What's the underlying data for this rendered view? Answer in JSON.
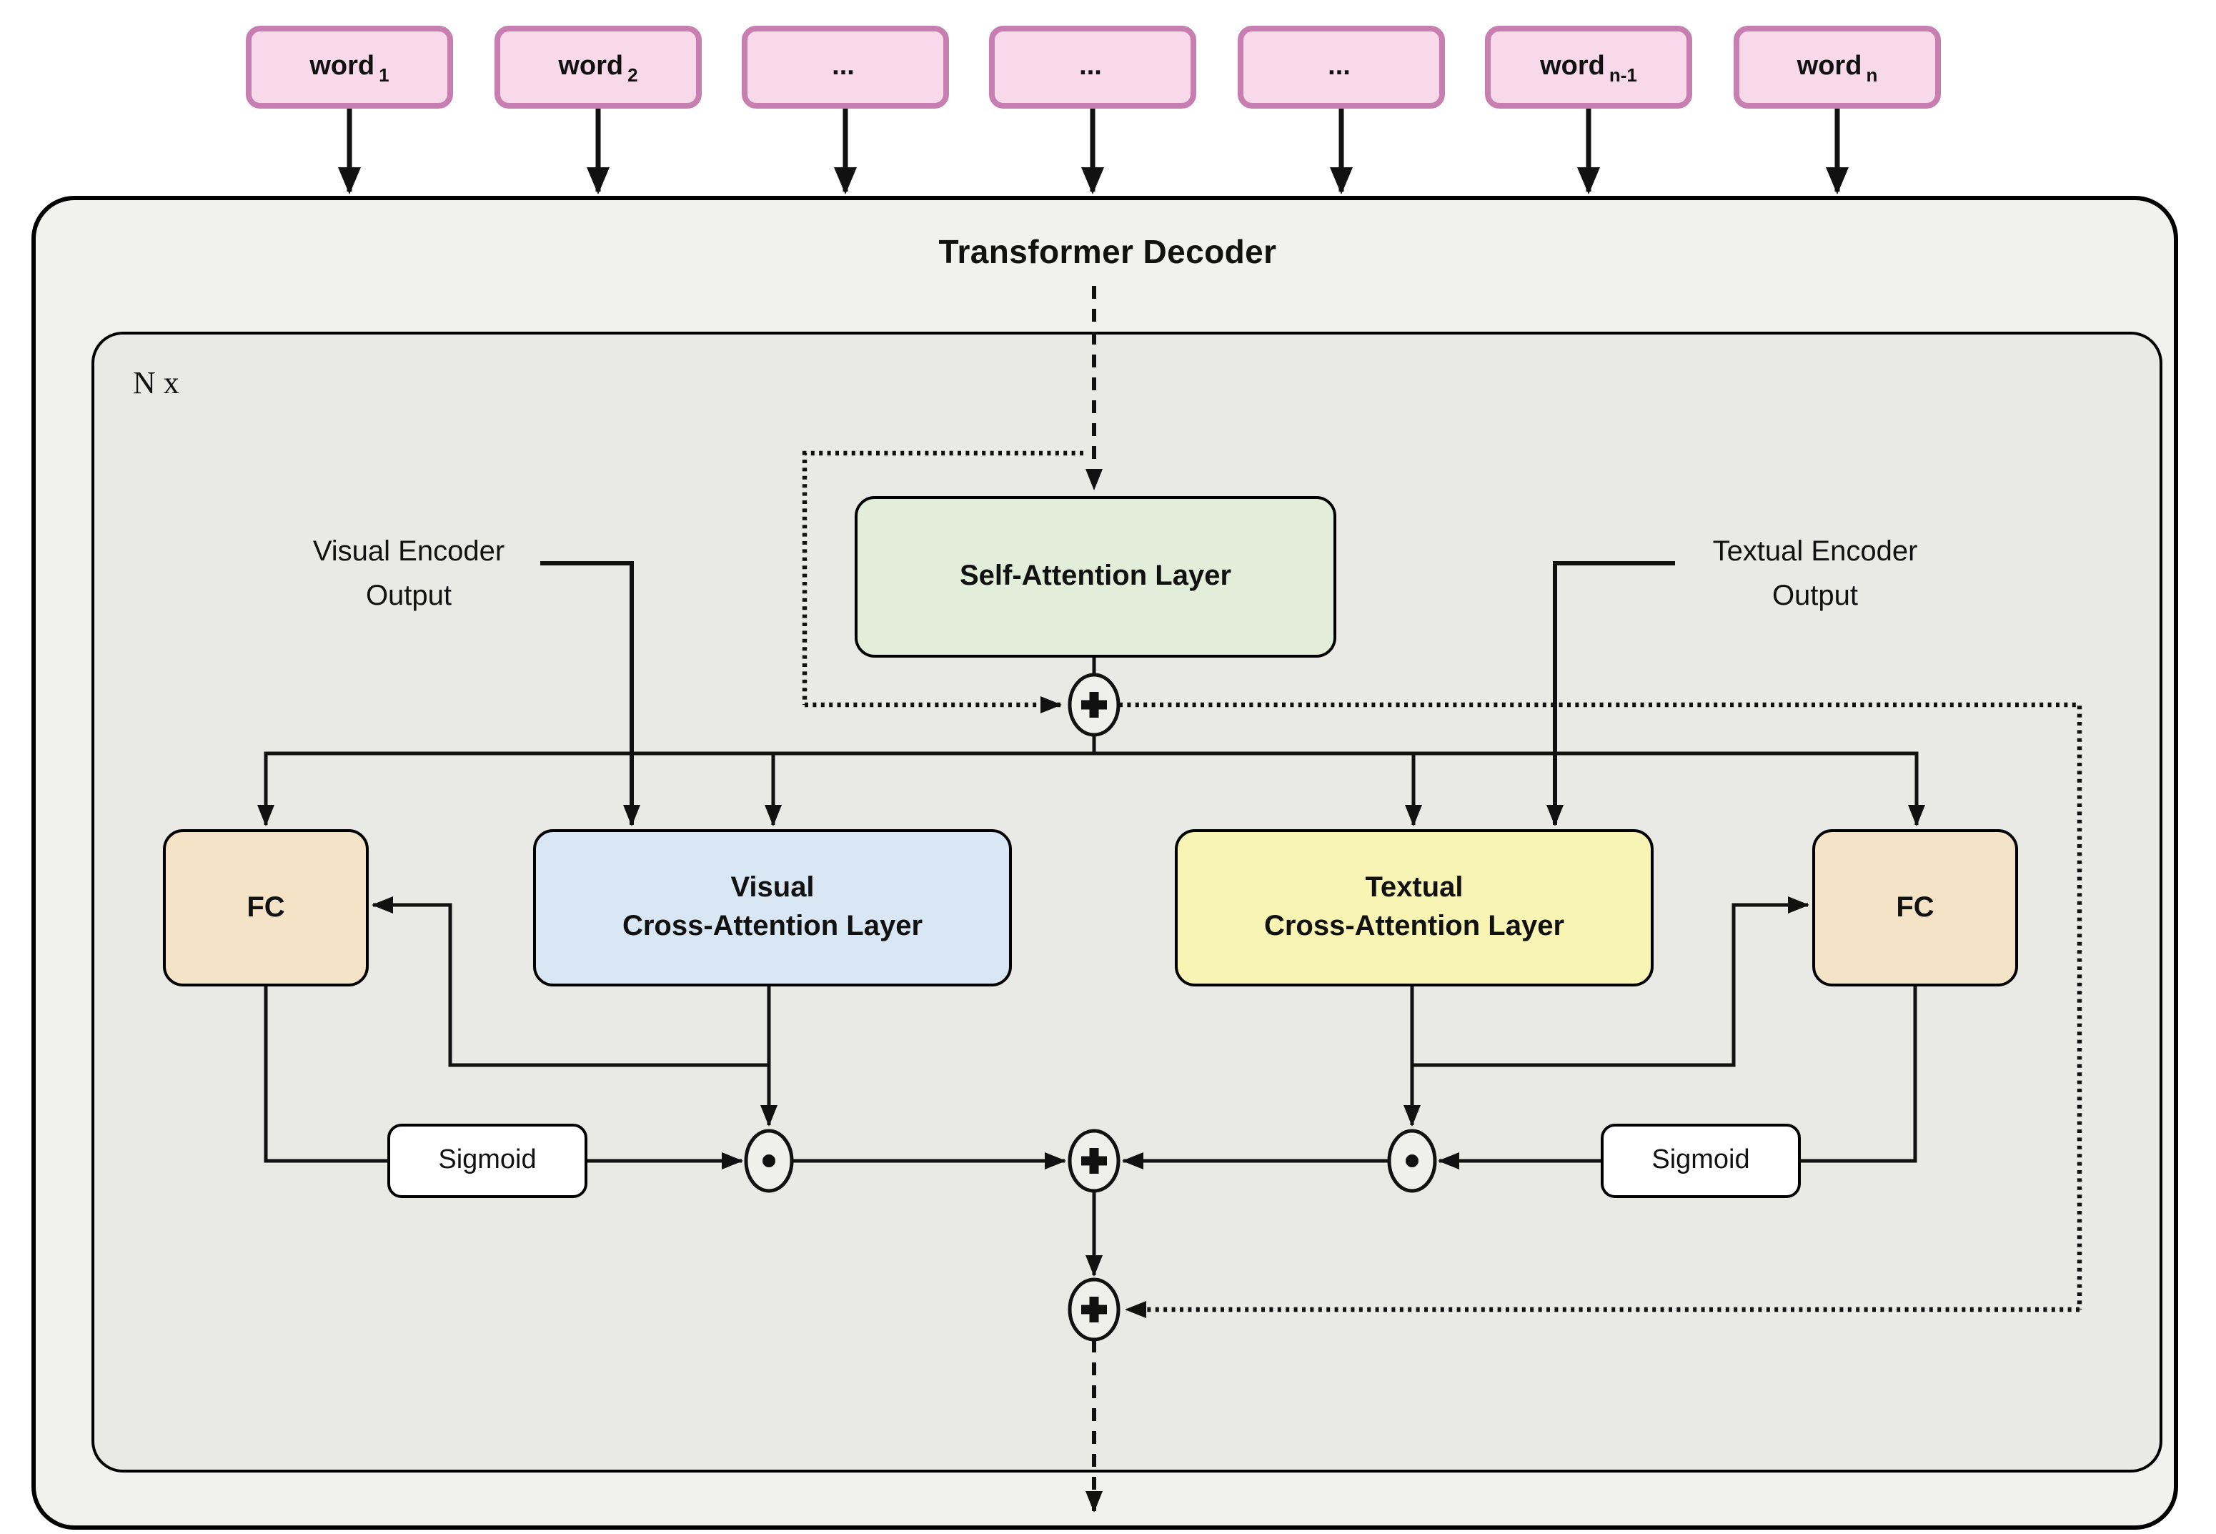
{
  "figure": {
    "title": "Transformer Decoder",
    "loop_label": "N x"
  },
  "inputs": [
    {
      "label": "word",
      "sub": "1"
    },
    {
      "label": "word",
      "sub": "2"
    },
    {
      "label": "...",
      "sub": ""
    },
    {
      "label": "...",
      "sub": ""
    },
    {
      "label": "...",
      "sub": ""
    },
    {
      "label": "word",
      "sub": "n-1"
    },
    {
      "label": "word",
      "sub": "n"
    }
  ],
  "encoders": {
    "visual": {
      "line1": "Visual Encoder",
      "line2": "Output"
    },
    "textual": {
      "line1": "Textual Encoder",
      "line2": "Output"
    }
  },
  "layers": {
    "self_attention": {
      "label": "Self-Attention Layer",
      "fill": "#e2eed9"
    },
    "visual_cross_attention": {
      "line1": "Visual",
      "line2": "Cross-Attention Layer",
      "fill": "#d9e6f3"
    },
    "textual_cross_attention": {
      "line1": "Textual",
      "line2": "Cross-Attention Layer",
      "fill": "#f8f4b3"
    },
    "fc_left": {
      "label": "FC",
      "fill": "#f4e3c7"
    },
    "fc_right": {
      "label": "FC",
      "fill": "#f4e3c7"
    },
    "sigmoid_left": {
      "label": "Sigmoid",
      "fill": "#ffffff"
    },
    "sigmoid_right": {
      "label": "Sigmoid",
      "fill": "#ffffff"
    }
  },
  "operators": {
    "residual_add_top": "plus-icon",
    "gated_sum": "plus-icon",
    "residual_add_bottom": "plus-icon",
    "visual_gate_product": "dot-icon",
    "textual_gate_product": "dot-icon"
  },
  "colors": {
    "word_box_fill": "#f7d9e9",
    "word_box_border": "#c77eb0",
    "outer_box_fill": "#f1f1ef",
    "inner_box_fill": "#e9e9e6",
    "self_attention_fill": "#e2eed9",
    "visual_cross_attention_fill": "#d9e6f3",
    "textual_cross_attention_fill": "#f8f4b3",
    "fc_fill": "#f4e3c7",
    "operator_fill": "#efefec",
    "line": "#111111"
  }
}
